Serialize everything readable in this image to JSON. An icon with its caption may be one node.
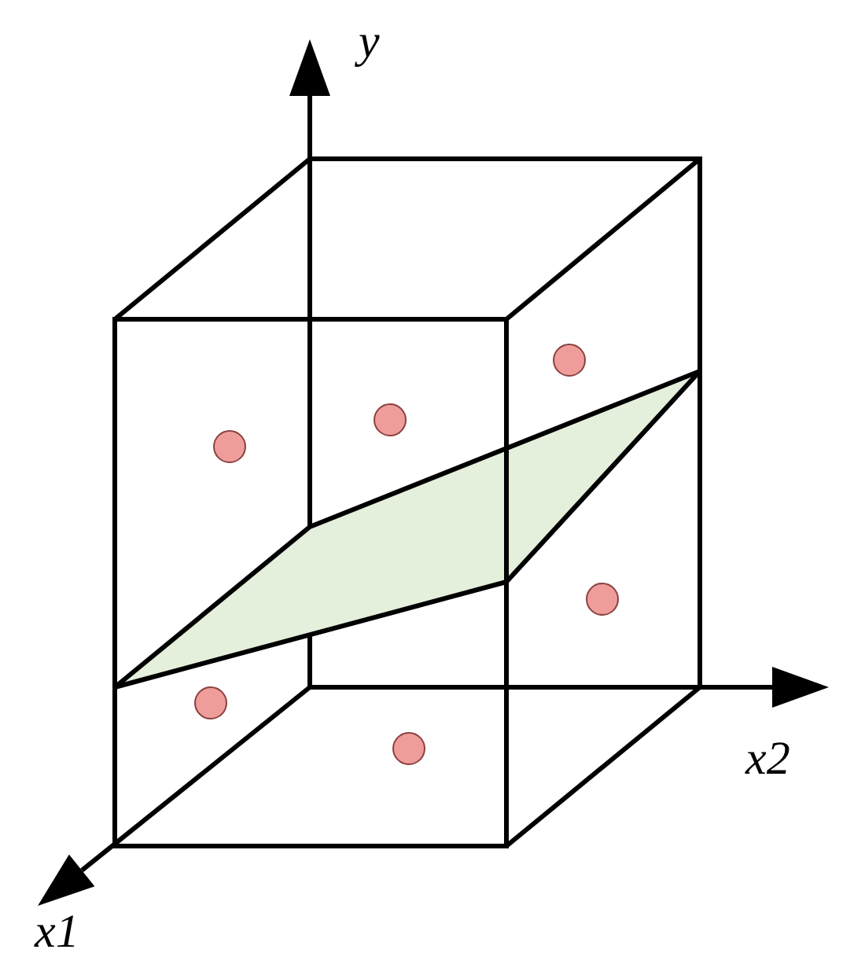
{
  "diagram": {
    "labels": [
      "y",
      "x2",
      "x1"
    ]
  }
}
